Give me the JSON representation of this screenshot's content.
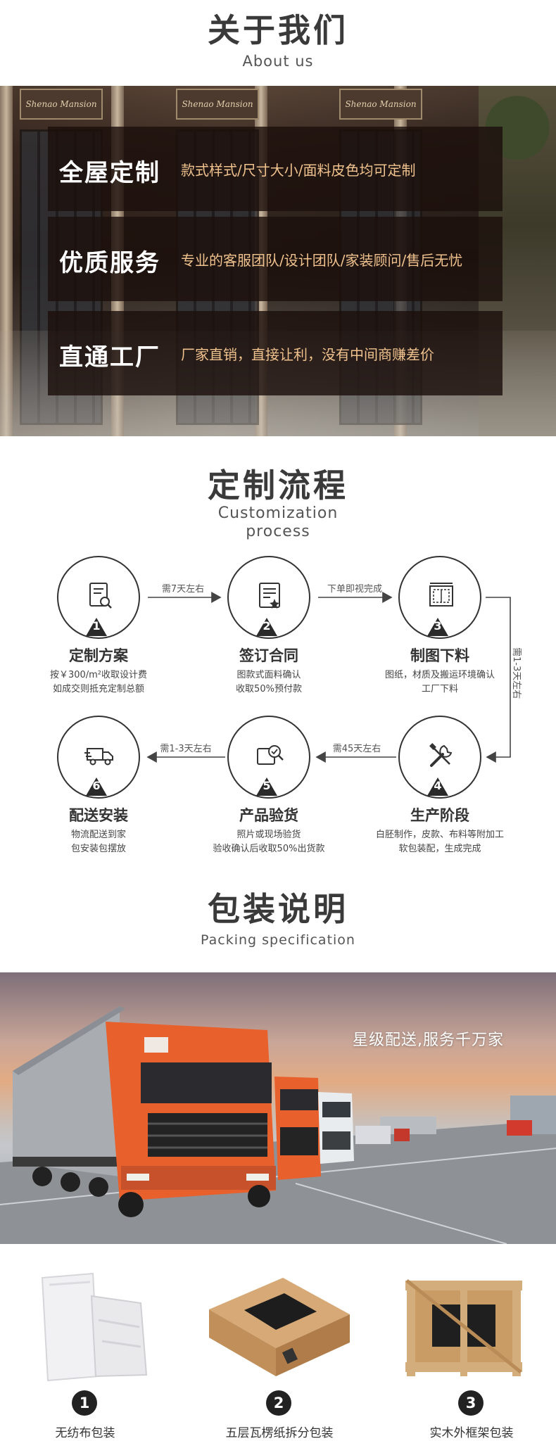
{
  "about": {
    "title": "关于我们",
    "subtitle": "About us",
    "features": [
      {
        "title": "全屋定制",
        "desc": "款式样式/尺寸大小/面料皮色均可定制"
      },
      {
        "title": "优质服务",
        "desc": "专业的客服团队/设计团队/家装顾问/售后无忧"
      },
      {
        "title": "直通工厂",
        "desc": "厂家直销，直接让利，没有中间商赚差价"
      }
    ],
    "signs": [
      "Shenao Mansion",
      "Shenao Mansion",
      "Shenao Mansion"
    ]
  },
  "process": {
    "title": "定制流程",
    "subtitle_line1": "Customization",
    "subtitle_line2": "process",
    "steps": [
      {
        "num": "1",
        "title": "定制方案",
        "desc1": "按￥300/m²收取设计费",
        "desc2": "如成交则抵充定制总额",
        "icon": "document-search-icon"
      },
      {
        "num": "2",
        "title": "签订合同",
        "desc1": "图款式面料确认",
        "desc2": "收取50%预付款",
        "icon": "contract-sign-icon"
      },
      {
        "num": "3",
        "title": "制图下料",
        "desc1": "图纸，材质及搬运环境确认",
        "desc2": "工厂下料",
        "icon": "blueprint-icon"
      },
      {
        "num": "4",
        "title": "生产阶段",
        "desc1": "白胚制作，皮款、布料等附加工",
        "desc2": "软包装配，生成完成",
        "icon": "tools-icon"
      },
      {
        "num": "5",
        "title": "产品验货",
        "desc1": "照片或现场验货",
        "desc2": "验收确认后收取50%出货款",
        "icon": "inspect-icon"
      },
      {
        "num": "6",
        "title": "配送安装",
        "desc1": "物流配送到家",
        "desc2": "包安装包摆放",
        "icon": "delivery-truck-icon"
      }
    ],
    "arrows": [
      "需7天左右",
      "下单即视完成",
      "需1-3天左右",
      "需45天左右",
      "需1-3天左右"
    ]
  },
  "packing": {
    "title": "包装说明",
    "subtitle": "Packing specification",
    "banner_caption": "星级配送,服务千万家",
    "items": [
      {
        "num": "1",
        "label": "无纺布包装"
      },
      {
        "num": "2",
        "label": "五层瓦楞纸拆分包装"
      },
      {
        "num": "3",
        "label": "实木外框架包装"
      }
    ]
  },
  "colors": {
    "feature_desc": "#f0c28e",
    "band_bg": "#1c100c",
    "step_border": "#333333",
    "truck_orange": "#e8602c"
  }
}
